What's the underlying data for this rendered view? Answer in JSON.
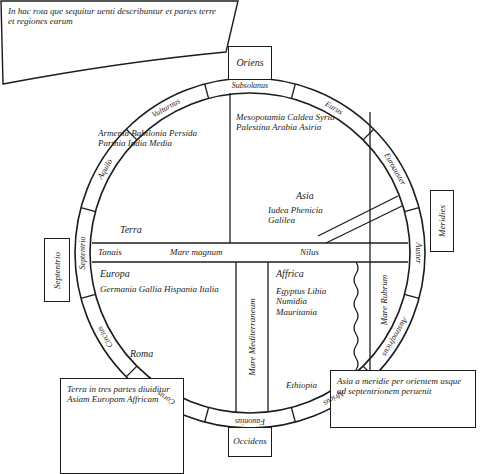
{
  "diagram": {
    "nodes": [
      {
        "text": [
          "In hac rota que sequitur uenti describuntur et partes terre et regiones earum"
        ]
      },
      {
        "text": [
          "Oriens"
        ]
      },
      {
        "text": [
          "Septentrio"
        ]
      },
      {
        "text": [
          "Meridies"
        ]
      },
      {
        "text": [
          "Occidens"
        ]
      },
      {
        "text": [
          "Terra in tres partes diuiditur Asiam Europam Affricam"
        ]
      },
      {
        "text": [
          "Asia a meridie per orientem usque ad septentrionem peruenit"
        ]
      }
    ],
    "labels": [
      "Subsolanus",
      "Eurus",
      "Euroauster",
      "Auster",
      "Austroafricus",
      "Africus",
      "Fauonius",
      "Corus",
      "Circius",
      "Septentrio",
      "Aquilo",
      "Vulturnus",
      "Armenia Babilonia Persida Parthia India Media",
      "Mesopotamia Caldea Syria Palestina Arabia Asiria",
      "Asia",
      "Iudea Phenicia Galilea",
      "Terra",
      "Tanais",
      "Mare magnum",
      "Nilus",
      "Europa",
      "Germania Gallia Hispania Italia",
      "Roma",
      "Affrica",
      "Egyptus Libia Numidia Mauritania",
      "Mare Mediterraneum",
      "Mare Rubrum",
      "Ethiopia"
    ]
  }
}
